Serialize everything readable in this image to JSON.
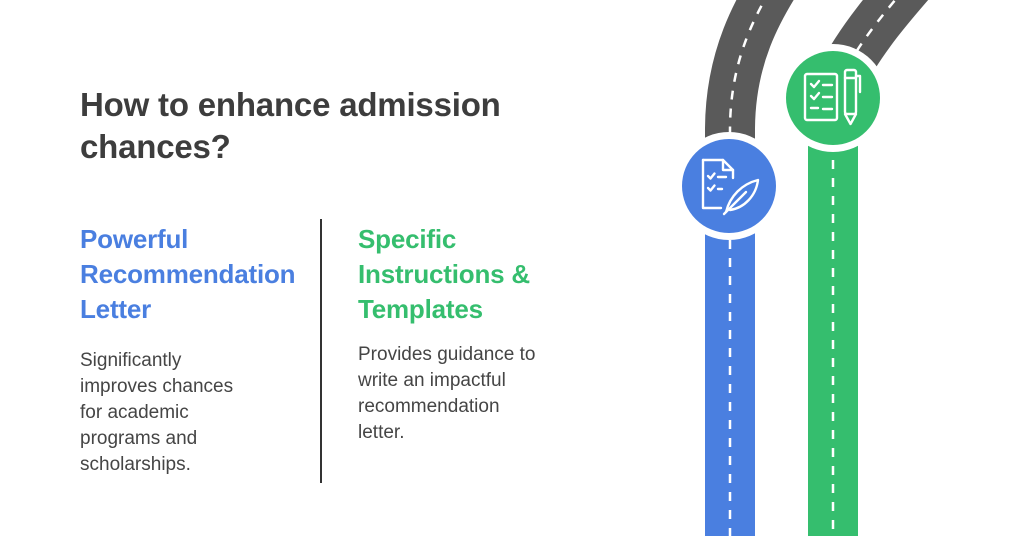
{
  "title_lines": [
    "How to enhance admission",
    "chances?"
  ],
  "columns": [
    {
      "heading_lines": [
        "Powerful",
        "Recommendation",
        "Letter"
      ],
      "description_lines": [
        "Significantly",
        "improves chances",
        "for academic",
        "programs and",
        "scholarships."
      ],
      "color": "#4a7fe0",
      "icon": "document-pen-icon"
    },
    {
      "heading_lines": [
        "Specific",
        "Instructions &",
        "Templates"
      ],
      "description_lines": [
        "Provides guidance to",
        "write an impactful",
        "recommendation",
        "letter."
      ],
      "color": "#35be6e",
      "icon": "checklist-pen-icon"
    }
  ],
  "colors": {
    "road": "#5a5a5a",
    "blue": "#4a7fe0",
    "green": "#35be6e",
    "text": "#3d3d3d"
  }
}
